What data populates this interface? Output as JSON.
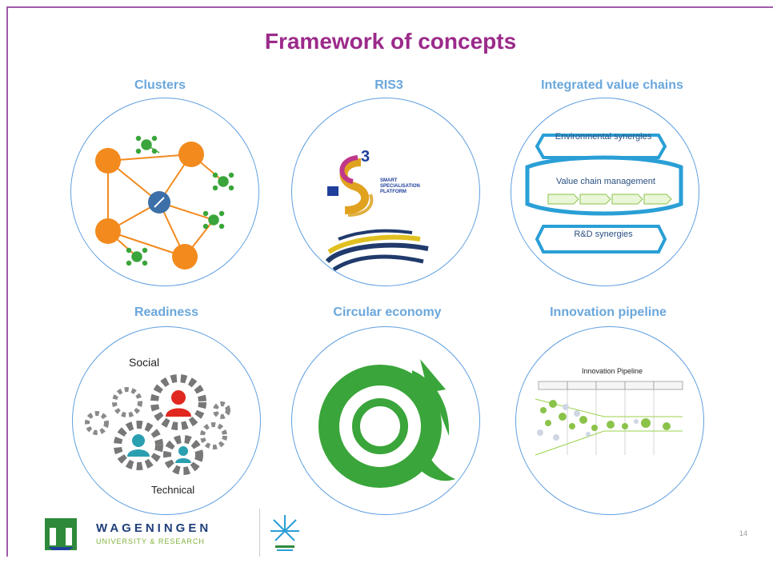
{
  "slide": {
    "title": "Framework of concepts",
    "page_number": "14"
  },
  "concepts": [
    {
      "label": "Clusters"
    },
    {
      "label": "RIS3"
    },
    {
      "label": "Integrated value chains"
    },
    {
      "label": "Readiness"
    },
    {
      "label": "Circular economy"
    },
    {
      "label": "Innovation pipeline"
    }
  ],
  "ris3": {
    "superscript": "3",
    "platform_text_lines": [
      "SMART",
      "SPECIALISATION",
      "PLATFORM"
    ]
  },
  "value_chains": {
    "top_box": "Environmental synergies",
    "middle": "Value chain management",
    "bottom_box": "R&D synergies"
  },
  "readiness": {
    "top_label": "Social",
    "bottom_label": "Technical"
  },
  "pipeline": {
    "title": "Innovation Pipeline"
  },
  "footer": {
    "brand": "WAGENINGEN",
    "brand_sub": "UNIVERSITY & RESEARCH"
  },
  "colors": {
    "title": "#9b2a8a",
    "labels": "#6aa7dc",
    "circle_border": "#5f9fe0",
    "orange": "#f28a1e",
    "green": "#3aa53a",
    "blue": "#3d6fa8"
  }
}
